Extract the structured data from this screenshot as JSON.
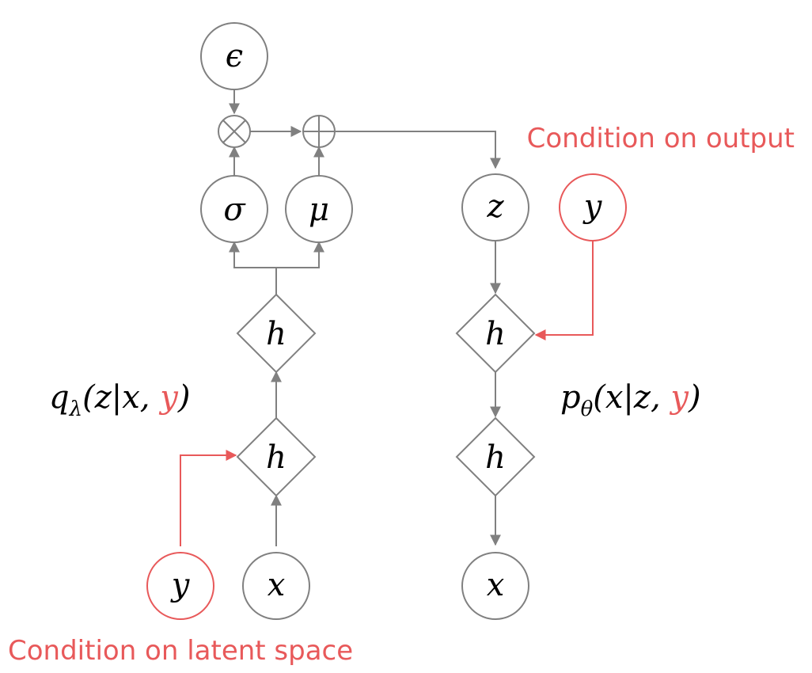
{
  "colors": {
    "node_stroke": "#808080",
    "condition": "#e8595a",
    "text": "#000000"
  },
  "encoder": {
    "nodes": {
      "epsilon": "ϵ",
      "sigma": "σ",
      "mu": "μ",
      "h_top": "h",
      "h_bottom": "h",
      "input_x": "x",
      "input_y": "y"
    },
    "operators": {
      "multiply": "⊗",
      "add": "⊕"
    },
    "formula": {
      "q": "q",
      "sub": "λ",
      "args": "(z|x, ",
      "cond": "y",
      "close": ")"
    },
    "caption": "Condition on latent space"
  },
  "decoder": {
    "nodes": {
      "z": "z",
      "h_top": "h",
      "h_bottom": "h",
      "output_x": "x",
      "cond_y": "y"
    },
    "formula": {
      "p": "p",
      "sub": "θ",
      "args": "(x|z, ",
      "cond": "y",
      "close": ")"
    },
    "caption": "Condition on output"
  }
}
